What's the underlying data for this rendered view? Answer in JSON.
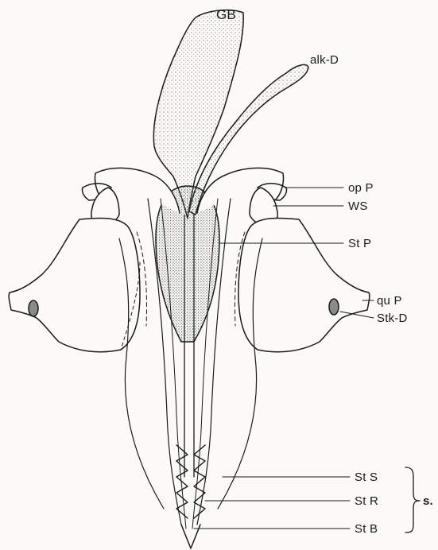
{
  "labels": {
    "gb": "GB",
    "alk_d": "alk-D",
    "op_p": "op P",
    "ws": "WS",
    "st_p": "St P",
    "qu_p": "qu P",
    "stk_d": "Stk-D",
    "st_s": "St S",
    "st_r": "St R",
    "st_b": "St B",
    "s": "s."
  },
  "colors": {
    "ink": "#1a1a1a",
    "stipple": "#9a9a9a",
    "paper": "#fbfaf7"
  }
}
